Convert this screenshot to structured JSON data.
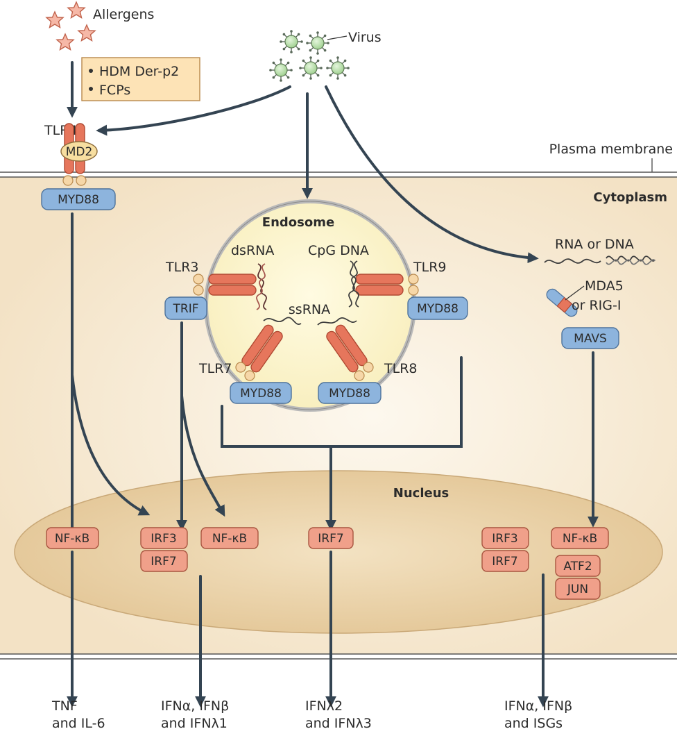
{
  "inputs": {
    "allergens": "Allergens",
    "virus": "Virus",
    "allergen_list": [
      "HDM Der-p2",
      "FCPs"
    ]
  },
  "compartments": {
    "plasma_membrane": "Plasma membrane",
    "cytoplasm": "Cytoplasm",
    "endosome": "Endosome",
    "nucleus": "Nucleus"
  },
  "receptors": {
    "tlr4": "TLR4",
    "md2": "MD2",
    "tlr3": "TLR3",
    "tlr7": "TLR7",
    "tlr8": "TLR8",
    "tlr9": "TLR9",
    "mda5": "MDA5",
    "rig": "or RIG-I"
  },
  "ligands": {
    "dsrna": "dsRNA",
    "cpg": "CpG DNA",
    "ssrna": "ssRNA",
    "rna_dna": "RNA or DNA"
  },
  "adaptors": {
    "myd88": "MYD88",
    "trif": "TRIF",
    "mavs": "MAVS"
  },
  "transcription_factors": {
    "nfkb": "NF-κB",
    "irf3": "IRF3",
    "irf7": "IRF7",
    "atf2": "ATF2",
    "jun": "JUN"
  },
  "outputs": [
    [
      "TNF",
      "and IL-6"
    ],
    [
      "IFNα, IFNβ",
      "and IFNλ1"
    ],
    [
      "IFNλ2",
      "and IFNλ3"
    ],
    [
      "IFNα, IFNβ",
      "and ISGs"
    ]
  ],
  "colors": {
    "cytoplasm": "#f8ecd8",
    "nucleus": "#ead2a4",
    "endosome": "#fdf6cf",
    "receptor": "#e6765c",
    "adaptor": "#8db4dd",
    "tf": "#f0a08a",
    "arrow": "#344452",
    "virus": "#bfe3b0"
  }
}
